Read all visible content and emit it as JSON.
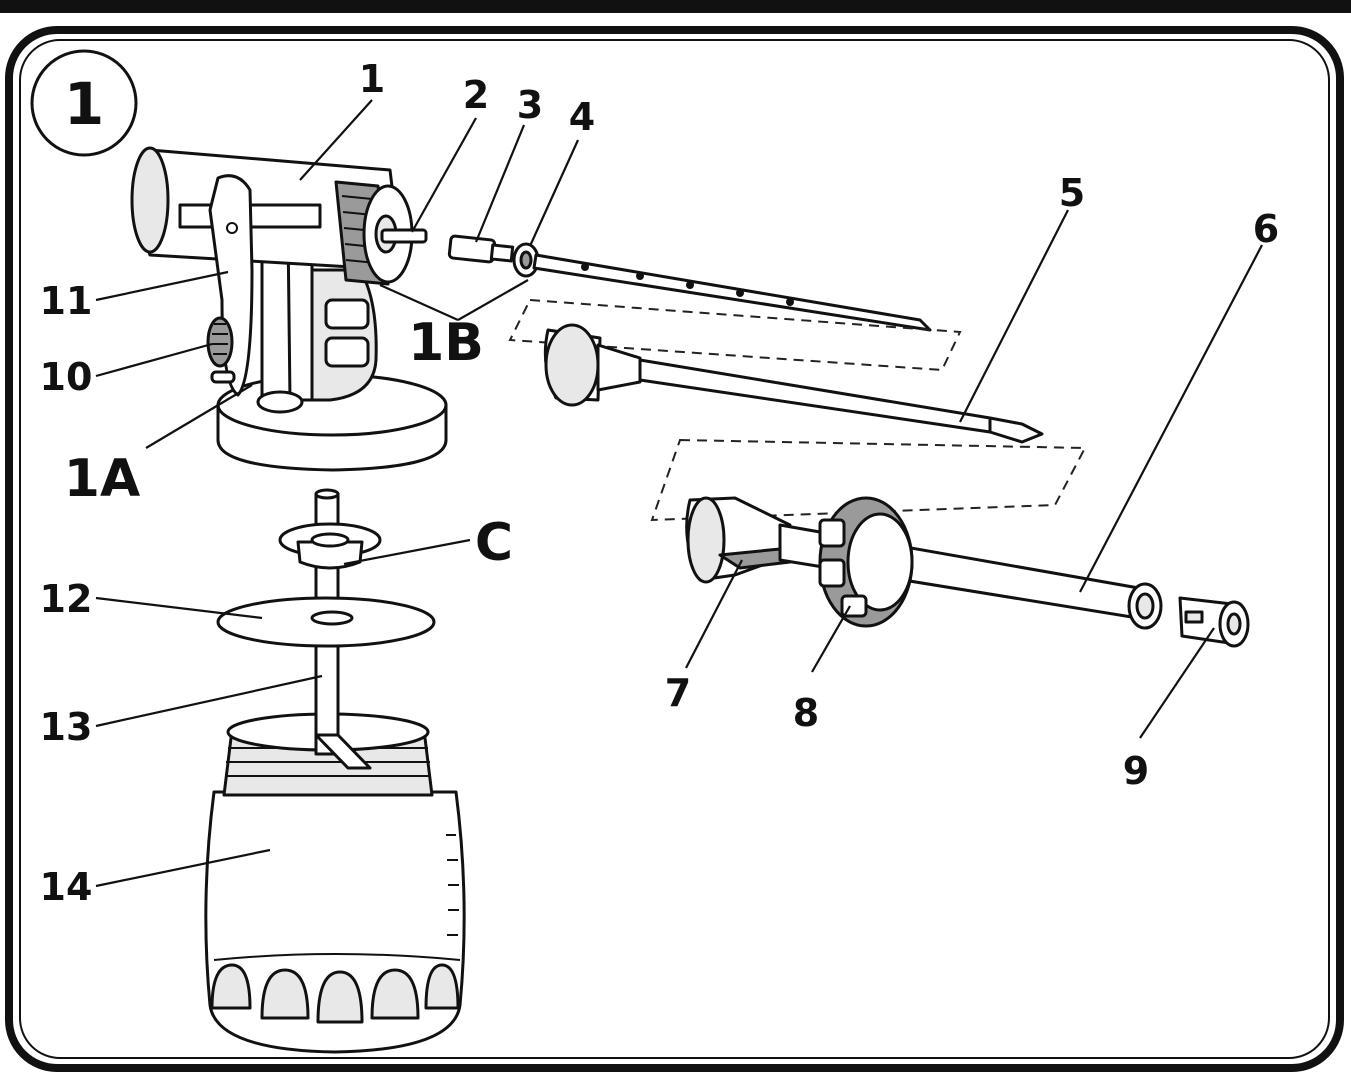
{
  "figure": {
    "number": "1"
  },
  "labels": {
    "l1": "1",
    "l2": "2",
    "l3": "3",
    "l4": "4",
    "l5": "5",
    "l6": "6",
    "l7": "7",
    "l8": "8",
    "l9": "9",
    "l10": "10",
    "l11": "11",
    "l12": "12",
    "l13": "13",
    "l14": "14",
    "l1a": "1A",
    "l1b": "1B",
    "lc": "C"
  }
}
